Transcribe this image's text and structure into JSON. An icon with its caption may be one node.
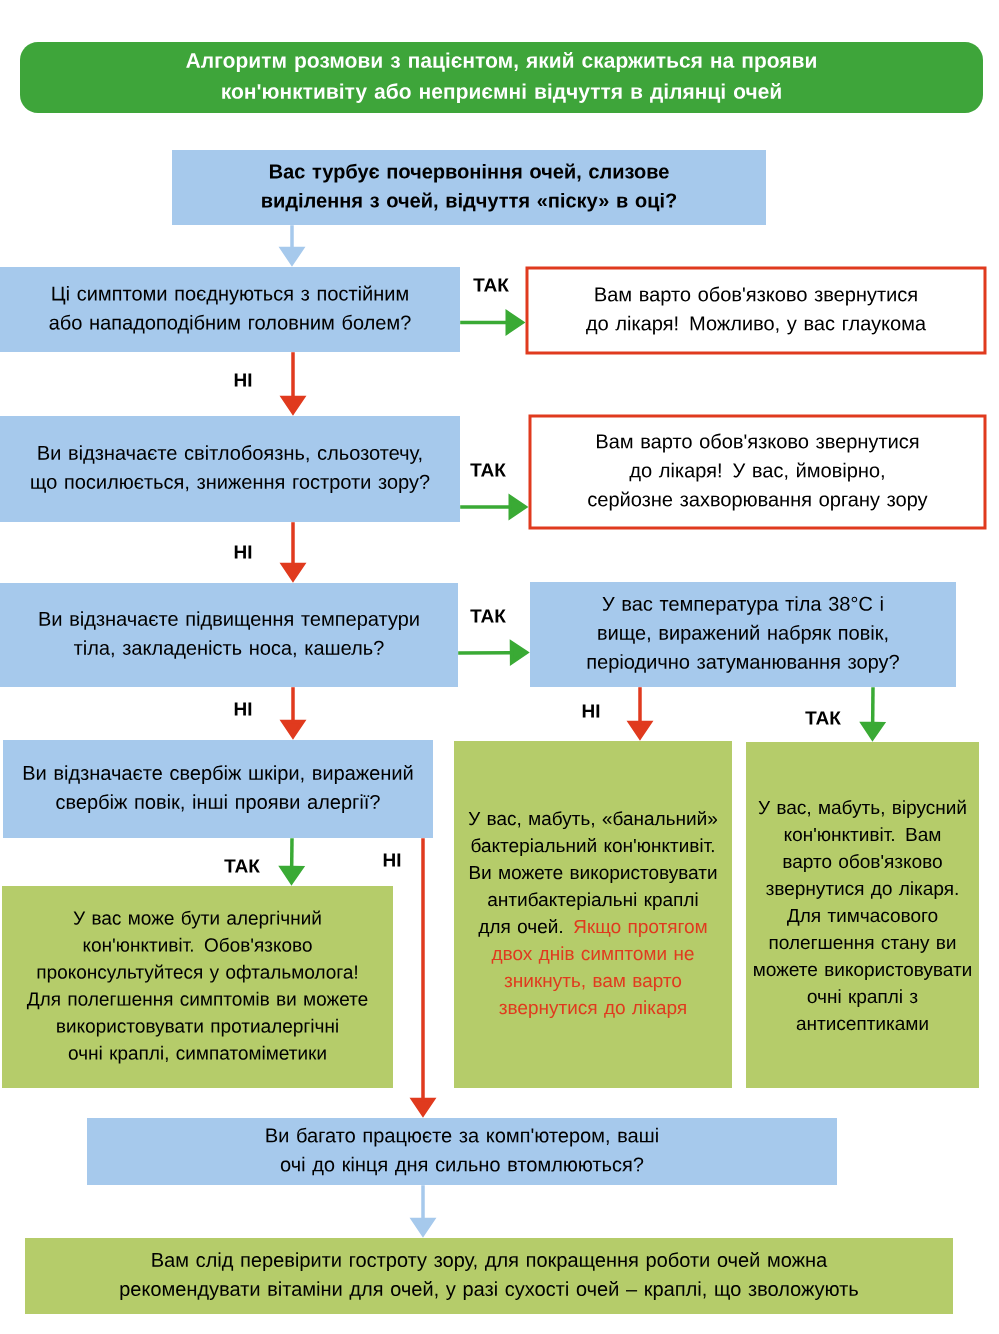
{
  "diagram": {
    "title": "Алгоритм розмови з пацієнтом, який скаржиться на прояви кон'юнктивіту або неприємні відчуття в ділянці очей",
    "nodes": [
      {
        "text": [
          "Вас турбує почервоніння очей, слизове виділення з очей, відчуття «піску» в оці?"
        ]
      },
      {
        "text": [
          "Ці симптоми поєднуються з постійним або нападоподібним головним болем?"
        ]
      },
      {
        "text": [
          "Вам варто обов'язково звернутися до лікаря! Можливо, у вас глаукома"
        ]
      },
      {
        "text": [
          "Ви відзначаєте світлобоязнь, сльозотечу, що посилюється, зниження гостроти зору?"
        ]
      },
      {
        "text": [
          "Вам варто обов'язково звернутися до лікаря! У вас, ймовірно, серйозне захворювання органу зору"
        ]
      },
      {
        "text": [
          "Ви відзначаєте підвищення температури тіла, закладеність носа, кашель?"
        ]
      },
      {
        "text": [
          "У вас температура тіла 38°C і вище, виражений набряк повік, періодично затуманювання зору?"
        ]
      },
      {
        "text": [
          "Ви відзначаєте свербіж шкіри, виражений свербіж повік, інші прояви алергії?"
        ]
      },
      {
        "text": [
          "У вас, мабуть, «банальний» бактеріальний кон'юнктивіт. Ви можете використовувати антибактеріальні краплі для очей.",
          "Якщо протягом двох днів симптоми не зникнуть, вам варто звернутися до лікаря"
        ]
      },
      {
        "text": [
          "У вас, мабуть, вірусний кон'юнктивіт. Вам варто обов'язково звернутися до лікаря. Для тимчасового полегшення стану ви можете використовувати очні краплі з антисептиками"
        ]
      },
      {
        "text": [
          "У вас може бути алергічний кон'юнктивіт. Обов'язково проконсультуйтеся у офтальмолога! Для полегшення симптомів ви можете використовувати протиалергічні очні краплі, симпатоміметики"
        ]
      },
      {
        "text": [
          "Ви багато працюєте за комп'ютером, ваші очі до кінця дня сильно втомлюються?"
        ]
      },
      {
        "text": [
          "Вам слід перевірити гостроту зору, для покращення роботи очей можна рекомендувати вітаміни для очей, у разі сухості очей – краплі, що зволожують"
        ]
      }
    ],
    "edges": [
      {
        "from": 0,
        "to": 1,
        "arrow": "to",
        "color": "#a6c9ec"
      },
      {
        "from": 1,
        "to": 2,
        "arrow": "to",
        "label": "ТАК",
        "color": "#3aaa35"
      },
      {
        "from": 1,
        "to": 3,
        "arrow": "to",
        "label": "НІ",
        "color": "#e03a1e"
      },
      {
        "from": 3,
        "to": 4,
        "arrow": "to",
        "label": "ТАК",
        "color": "#3aaa35"
      },
      {
        "from": 3,
        "to": 5,
        "arrow": "to",
        "label": "НІ",
        "color": "#e03a1e"
      },
      {
        "from": 5,
        "to": 6,
        "arrow": "to",
        "label": "ТАК",
        "color": "#3aaa35"
      },
      {
        "from": 5,
        "to": 7,
        "arrow": "to",
        "label": "НІ",
        "color": "#e03a1e"
      },
      {
        "from": 6,
        "to": 8,
        "arrow": "to",
        "label": "НІ",
        "color": "#e03a1e"
      },
      {
        "from": 6,
        "to": 9,
        "arrow": "to",
        "label": "ТАК",
        "color": "#3aaa35"
      },
      {
        "from": 7,
        "to": 10,
        "arrow": "to",
        "label": "ТАК",
        "color": "#3aaa35"
      },
      {
        "from": 7,
        "to": 11,
        "arrow": "to",
        "label": "НІ",
        "color": "#e03a1e"
      },
      {
        "from": 11,
        "to": 12,
        "arrow": "to",
        "color": "#a6c9ec"
      }
    ]
  }
}
